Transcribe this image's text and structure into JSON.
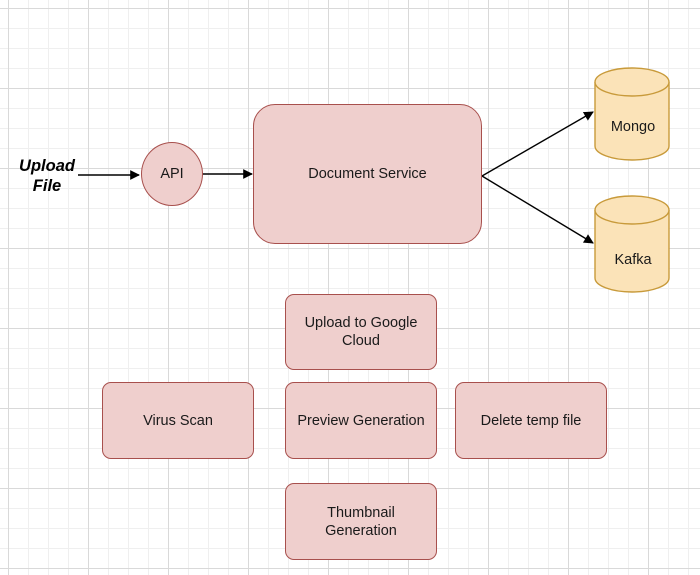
{
  "diagram": {
    "entry_label": "Upload\nFile",
    "api": {
      "label": "API"
    },
    "document_service": {
      "label": "Document Service"
    },
    "databases": {
      "mongo": {
        "label": "Mongo"
      },
      "kafka": {
        "label": "Kafka"
      }
    },
    "tasks": {
      "upload_gcloud": {
        "label": "Upload to Google Cloud"
      },
      "virus_scan": {
        "label": "Virus Scan"
      },
      "preview_generation": {
        "label": "Preview Generation"
      },
      "delete_temp_file": {
        "label": "Delete temp file"
      },
      "thumbnail_generation": {
        "label": "Thumbnail Generation"
      }
    },
    "colors": {
      "process_fill": "#efcfcd",
      "process_stroke": "#a8504d",
      "database_fill": "#fbe3b8",
      "database_stroke": "#c89a3a",
      "arrow": "#000000"
    }
  }
}
